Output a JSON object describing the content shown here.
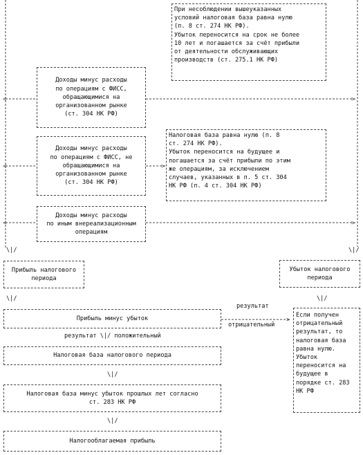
{
  "boxes": {
    "zero_base_top": {
      "lines": [
        "При несоблюдении вышеуказанных",
        "условий налоговая база равна нулю",
        "(п. 8 ст. 274 НК РФ).",
        "Убыток переносится на срок не более",
        "10 лет и погашается за счёт прибыли",
        "от деятельности обслуживающих",
        "производств (ст. 275.1 НК РФ)"
      ]
    },
    "income_organized": {
      "lines": [
        "Доходы минус расходы",
        "по операциям с ФИСС,",
        "обращающимися на",
        "организованном рынке",
        "(ст. 304 НК РФ)"
      ]
    },
    "income_unorganized": {
      "lines": [
        "Доходы минус расходы",
        "по операциям с ФИСС, не",
        "обращающимися на",
        "организованном рынке",
        "(ст. 304 НК РФ)"
      ]
    },
    "zero_base_mid": {
      "lines": [
        "Налоговая база равна нулю (п. 8",
        "ст. 274 НК РФ).",
        "Убыток переносится на будущее и",
        "погашается за счёт прибыли по этим",
        "же операциям, за исключением",
        "случаев, указанных в п. 5 ст. 304",
        "НК РФ (п. 4 ст. 304 НК РФ)"
      ]
    },
    "income_other": {
      "lines": [
        "Доходы минус расходы",
        "по иным внереализационным",
        "операциям"
      ]
    },
    "profit_period": {
      "lines": [
        "Прибыль налогового",
        "периода"
      ]
    },
    "loss_period": {
      "lines": [
        "Убыток налогового",
        "периода"
      ]
    },
    "profit_minus_loss": {
      "lines": [
        "Прибыль минус убыток"
      ]
    },
    "tax_base_period": {
      "lines": [
        "Налоговая база налогового периода"
      ]
    },
    "tax_base_minus_loss": {
      "lines": [
        "Налоговая база минус убыток прошлых лет согласно",
        "ст. 283 НК РФ"
      ]
    },
    "taxable_profit": {
      "lines": [
        "Налогооблагаемая прибыль"
      ]
    },
    "negative_result": {
      "lines": [
        "Если получен",
        "отрицательный",
        "результат, то",
        "налоговая база",
        "равна нулю.",
        "Убыток",
        "переносится на",
        "будущее в",
        "порядке ст. 283",
        "НК РФ"
      ]
    }
  },
  "labels": {
    "result_word": "результат",
    "negative_word": "отрицательный",
    "positive_line": "результат \\|/ положительный",
    "arrow_down": "\\|/"
  }
}
